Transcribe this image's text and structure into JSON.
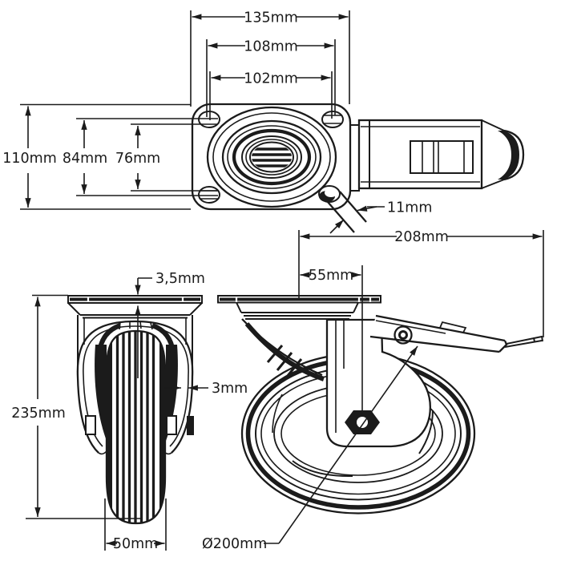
{
  "title": "Swivel caster with brake - technical drawing",
  "colors": {
    "background": "#ffffff",
    "line": "#1b1b1b"
  },
  "labels": {
    "top_view": {
      "plate_length": "135mm",
      "bolt_spacing_length_outer": "108mm",
      "bolt_spacing_length_inner": "102mm",
      "plate_width": "110mm",
      "bolt_spacing_width_outer": "84mm",
      "bolt_spacing_width_inner": "76mm",
      "bolt_hole_diameter": "11mm"
    },
    "side_view": {
      "total_length": "208mm",
      "swivel_offset": "55mm",
      "wheel_diameter": "Ø200mm"
    },
    "front_view": {
      "plate_thickness": "3,5mm",
      "total_height": "235mm",
      "fork_thickness": "3mm",
      "wheel_width": "50mm"
    }
  }
}
